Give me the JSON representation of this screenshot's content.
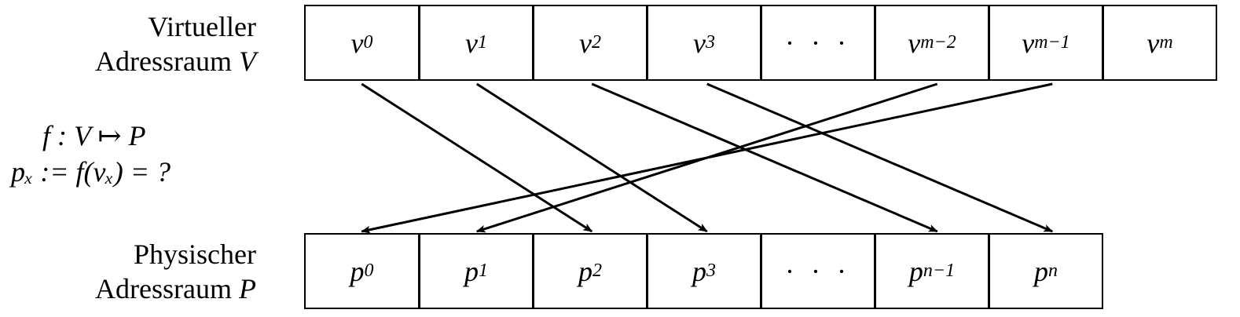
{
  "labels": {
    "virtual_line1": "Virtueller",
    "virtual_line2_text": "Adressraum ",
    "virtual_symbol": "V",
    "physical_line1": "Physischer",
    "physical_line2_text": "Adressraum ",
    "physical_symbol": "P"
  },
  "formula": {
    "line1": "f : V ↦ P",
    "line2": "pₓ := f(vₓ) = ?"
  },
  "virtual_cells": [
    {
      "base": "v",
      "sub": "0"
    },
    {
      "base": "v",
      "sub": "1"
    },
    {
      "base": "v",
      "sub": "2"
    },
    {
      "base": "v",
      "sub": "3"
    },
    {
      "base": "· · ·",
      "sub": ""
    },
    {
      "base": "v",
      "sub": "m−2"
    },
    {
      "base": "v",
      "sub": "m−1"
    },
    {
      "base": "v",
      "sub": "m"
    }
  ],
  "physical_cells": [
    {
      "base": "p",
      "sub": "0"
    },
    {
      "base": "p",
      "sub": "1"
    },
    {
      "base": "p",
      "sub": "2"
    },
    {
      "base": "p",
      "sub": "3"
    },
    {
      "base": "· · ·",
      "sub": ""
    },
    {
      "base": "p",
      "sub": "n−1"
    },
    {
      "base": "p",
      "sub": "n"
    }
  ],
  "mappings": [
    {
      "from": "v0",
      "to": "p2"
    },
    {
      "from": "v1",
      "to": "p3"
    },
    {
      "from": "v2",
      "to": "pn−1"
    },
    {
      "from": "v3",
      "to": "pn"
    },
    {
      "from": "vm−2",
      "to": "p1"
    },
    {
      "from": "vm−1",
      "to": "p0"
    }
  ]
}
